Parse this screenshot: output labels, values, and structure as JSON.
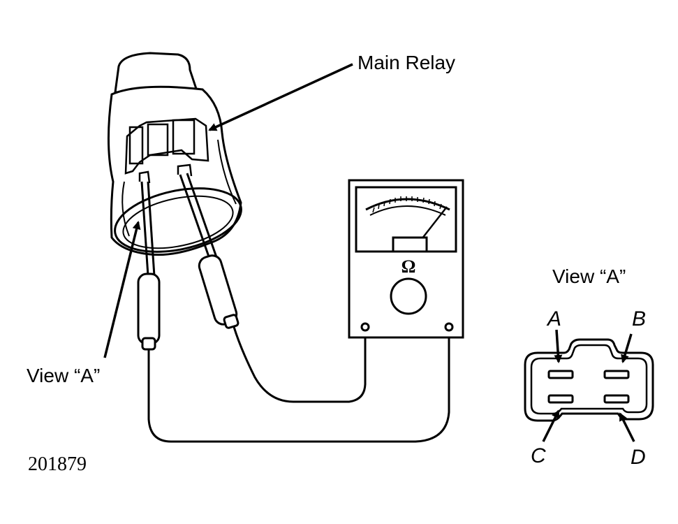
{
  "labels": {
    "main_relay": "Main Relay",
    "view_a_left": "View “A”",
    "view_a_right": "View “A”",
    "figure_number": "201879",
    "meter_symbol": "Ω"
  },
  "terminals": {
    "a": "A",
    "b": "B",
    "c": "C",
    "d": "D"
  },
  "colors": {
    "ink": "#000000",
    "paper": "#ffffff"
  }
}
